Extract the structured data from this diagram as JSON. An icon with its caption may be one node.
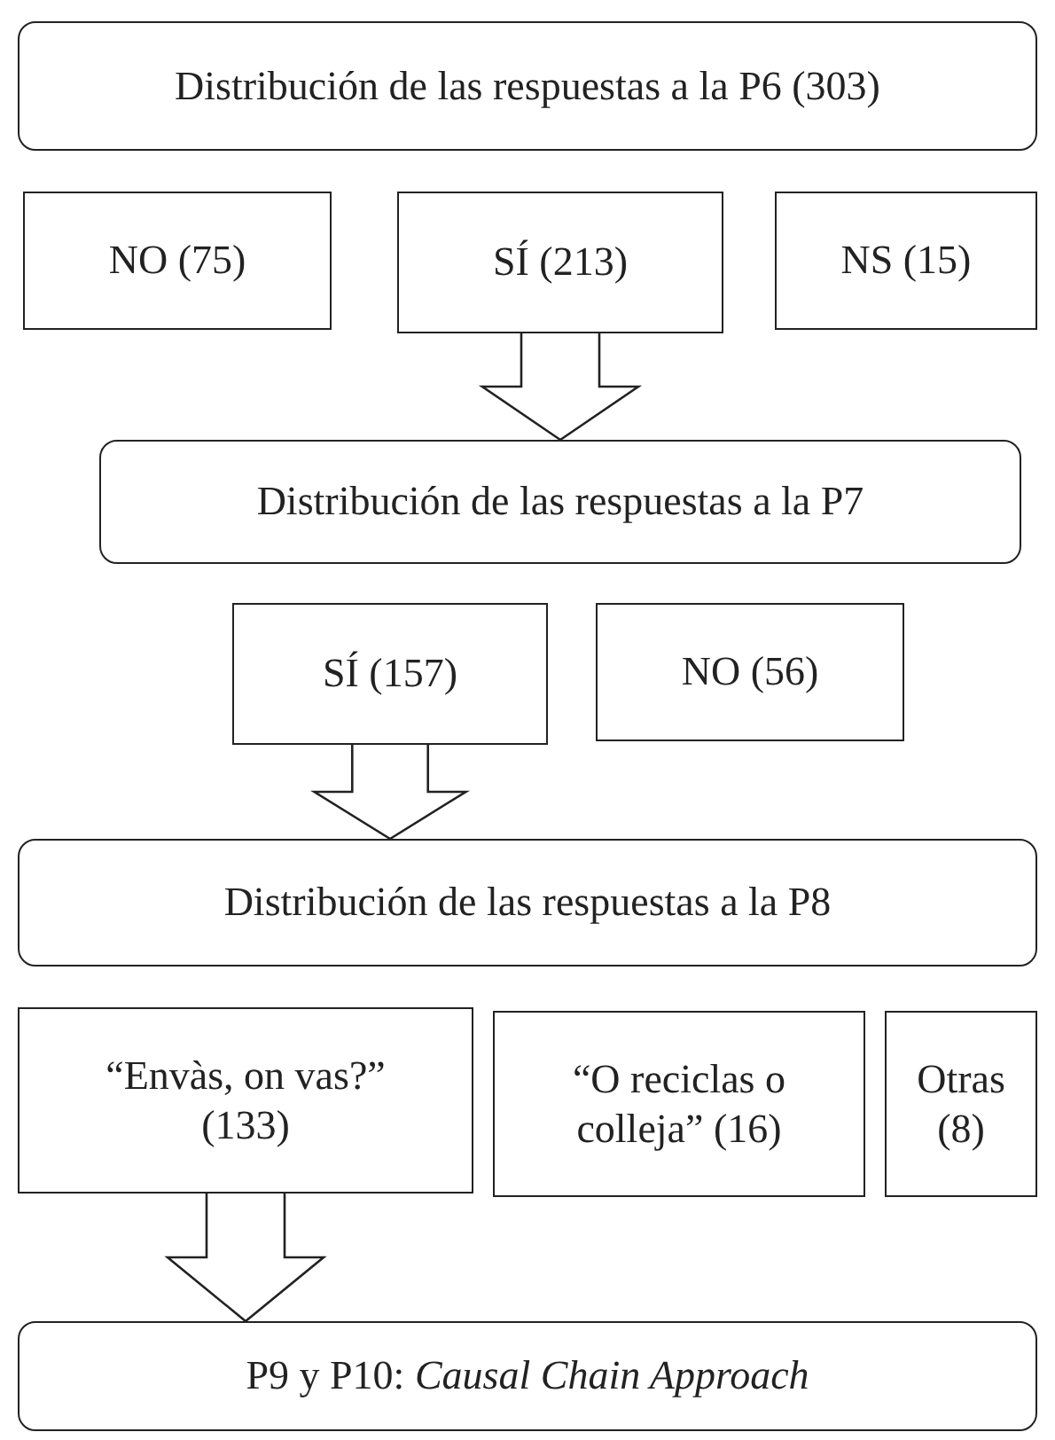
{
  "diagram": {
    "nodes": [
      {
        "text": [
          "Distribución de las respuestas a la P6 (303)"
        ]
      },
      {
        "text": [
          "NO (75)"
        ]
      },
      {
        "text": [
          "SÍ (213)"
        ]
      },
      {
        "text": [
          "NS (15)"
        ]
      },
      {
        "text": [
          "Distribución de las respuestas a la P7"
        ]
      },
      {
        "text": [
          "SÍ (157)"
        ]
      },
      {
        "text": [
          "NO (56)"
        ]
      },
      {
        "text": [
          "Distribución de las respuestas a la P8"
        ]
      },
      {
        "text": [
          "“Envàs, on vas?” (133)"
        ]
      },
      {
        "text": [
          "“O reciclas o colleja” (16)"
        ]
      },
      {
        "text": [
          "Otras (8)"
        ]
      },
      {
        "text": [
          "P9 y P10: *Causal Chain Approach*"
        ]
      }
    ],
    "edges": [
      {
        "from": 2,
        "to": 4,
        "arrow": "to"
      },
      {
        "from": 5,
        "to": 7,
        "arrow": "to"
      },
      {
        "from": 8,
        "to": 11,
        "arrow": "to"
      }
    ]
  }
}
